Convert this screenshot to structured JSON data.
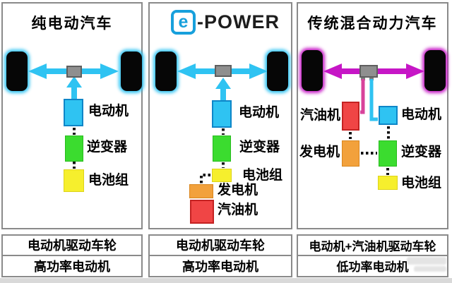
{
  "panels": [
    {
      "title": "纯电动汽车",
      "labels": {
        "motor": "电动机",
        "inverter": "逆变器",
        "battery": "电池组"
      },
      "footer": {
        "row1": "电动机驱动车轮",
        "row2": "高功率电动机"
      }
    },
    {
      "logo": {
        "e": "e",
        "text": "-POWER"
      },
      "labels": {
        "motor": "电动机",
        "inverter": "逆变器",
        "battery": "电池组",
        "generator": "发电机",
        "engine": "汽油机"
      },
      "footer": {
        "row1": "电动机驱动车轮",
        "row2": "高功率电动机"
      }
    },
    {
      "title": "传统混合动力汽车",
      "labels": {
        "engine": "汽油机",
        "motor": "电动机",
        "generator": "发电机",
        "inverter": "逆变器",
        "battery": "电池组"
      },
      "footer": {
        "row1": "电动机+汽油机驱动车轮",
        "row2": "低功率电动机"
      }
    }
  ],
  "colors": {
    "cyan": "#2FC3F2",
    "cyan_border": "#0E86C8",
    "green": "#3BDC2F",
    "yellow": "#F6EF2D",
    "orange": "#F2A13C",
    "red": "#F04545",
    "red_border": "#C42222",
    "magenta": "#C616C6",
    "pink_line": "#D8439B",
    "gearbox_gray": "#8F8F8F",
    "panel_border": "#8A8A8A",
    "wheel_black": "#060606",
    "text": "#000000"
  }
}
